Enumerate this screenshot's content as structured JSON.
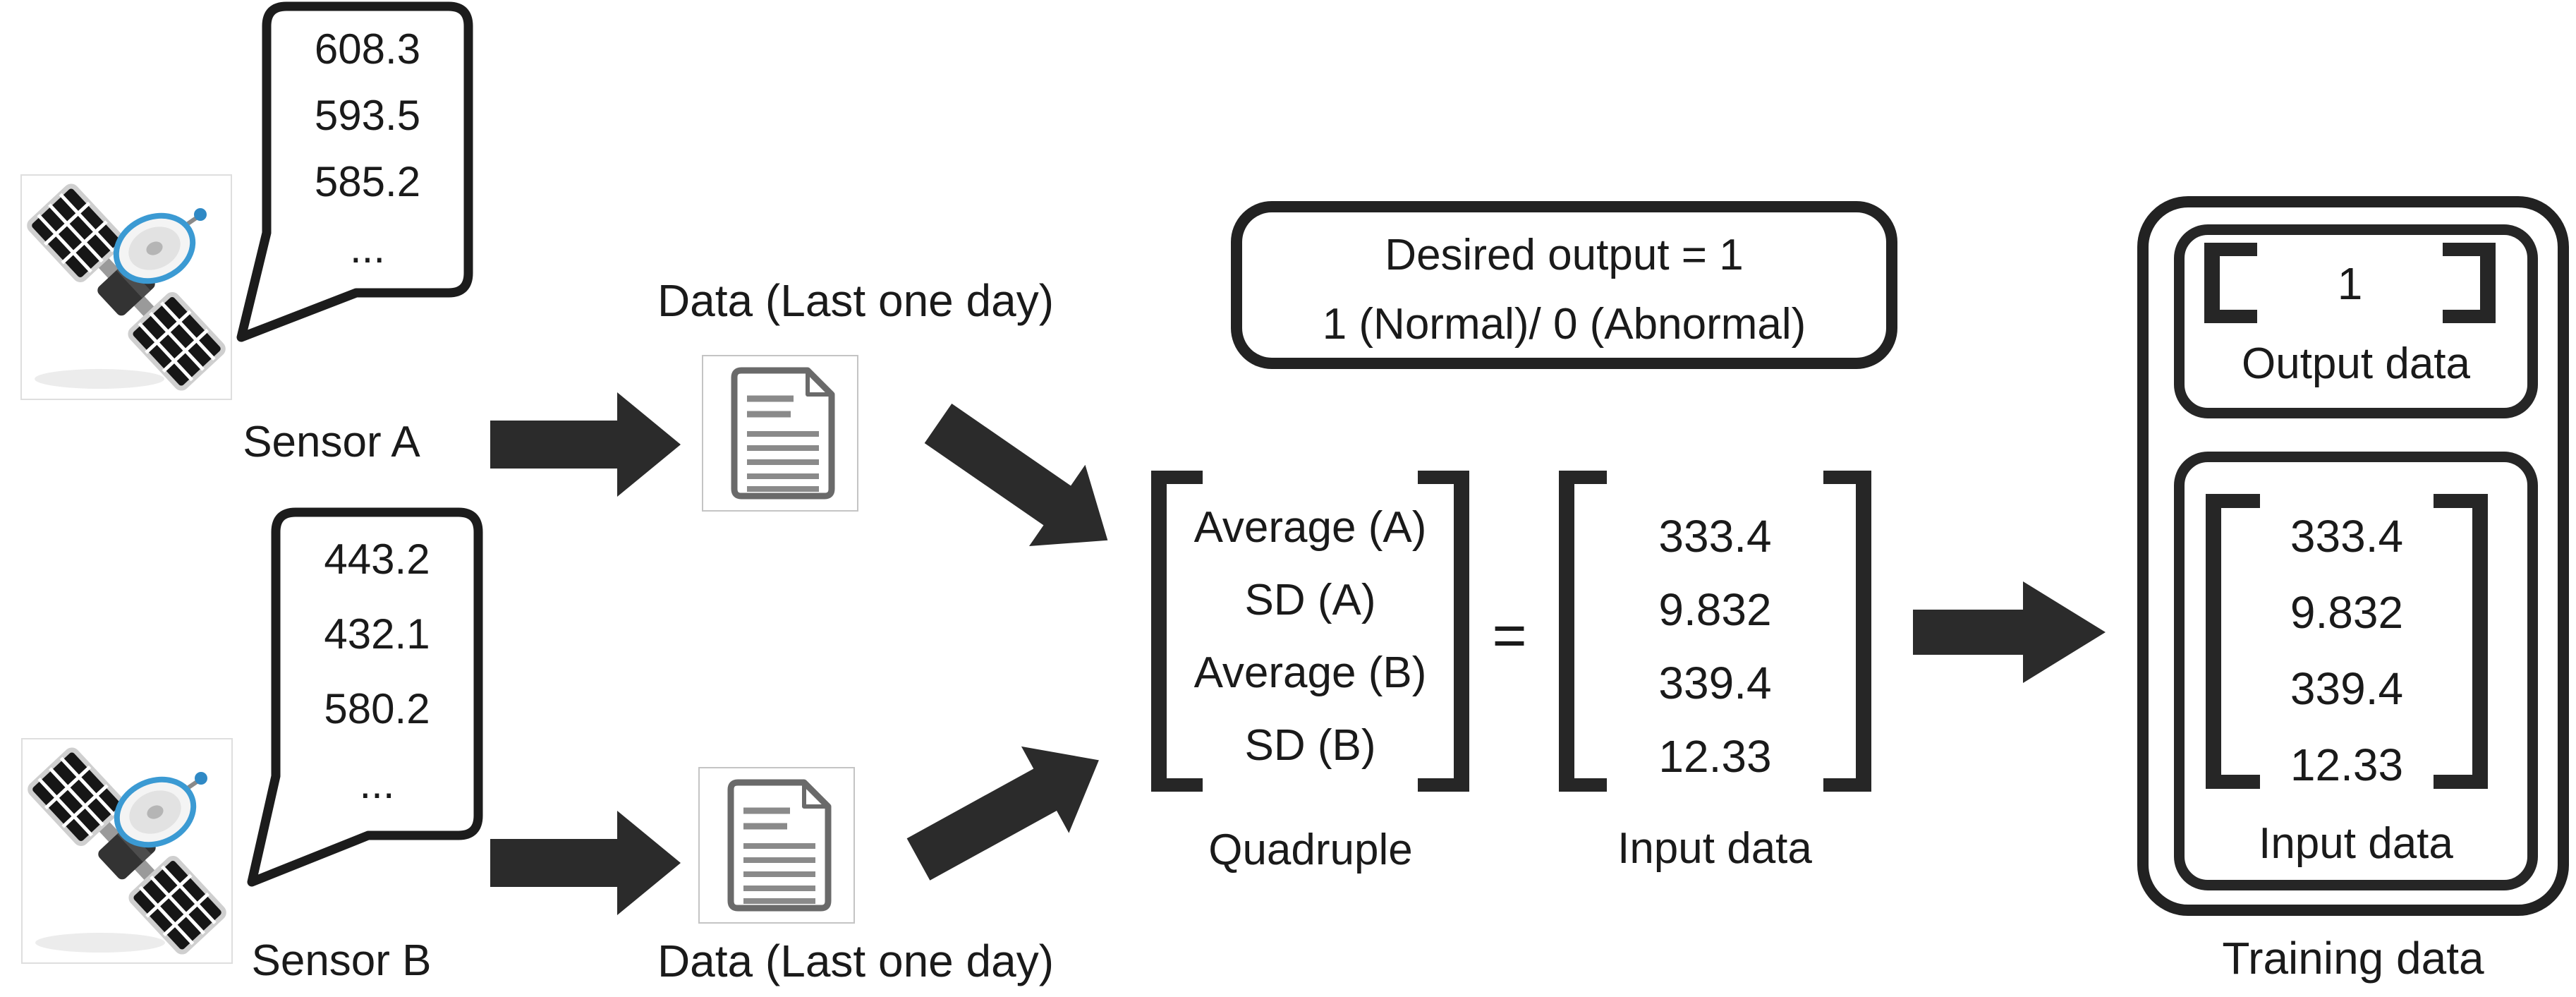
{
  "colors": {
    "ink": "#1c1c1c",
    "accent_blue": "#3b9ad3",
    "line_gray": "#8a8a8a"
  },
  "icons": {
    "sensor": "satellite-icon",
    "data_file": "document-icon",
    "flow_right": "arrow-right-icon",
    "flow_down_right": "arrow-down-right-icon",
    "flow_up_right": "arrow-up-right-icon"
  },
  "sensor_a": {
    "label": "Sensor A",
    "readings": [
      "608.3",
      "593.5",
      "585.2",
      "..."
    ]
  },
  "sensor_b": {
    "label": "Sensor B",
    "readings": [
      "443.2",
      "432.1",
      "580.2",
      "..."
    ]
  },
  "data_a": {
    "label": "Data (Last one day)"
  },
  "data_b": {
    "label": "Data (Last one day)"
  },
  "desired_output": {
    "line1": "Desired output = 1",
    "line2": "1 (Normal)/ 0 (Abnormal)"
  },
  "quadruple": {
    "rows": [
      "Average (A)",
      "SD (A)",
      "Average (B)",
      "SD (B)"
    ],
    "label": "Quadruple"
  },
  "equals": "=",
  "input_matrix": {
    "values": [
      "333.4",
      "9.832",
      "339.4",
      "12.33"
    ],
    "label": "Input data"
  },
  "training": {
    "output_value": "1",
    "output_label": "Output data",
    "input_values": [
      "333.4",
      "9.832",
      "339.4",
      "12.33"
    ],
    "input_label": "Input data",
    "label": "Training data"
  }
}
